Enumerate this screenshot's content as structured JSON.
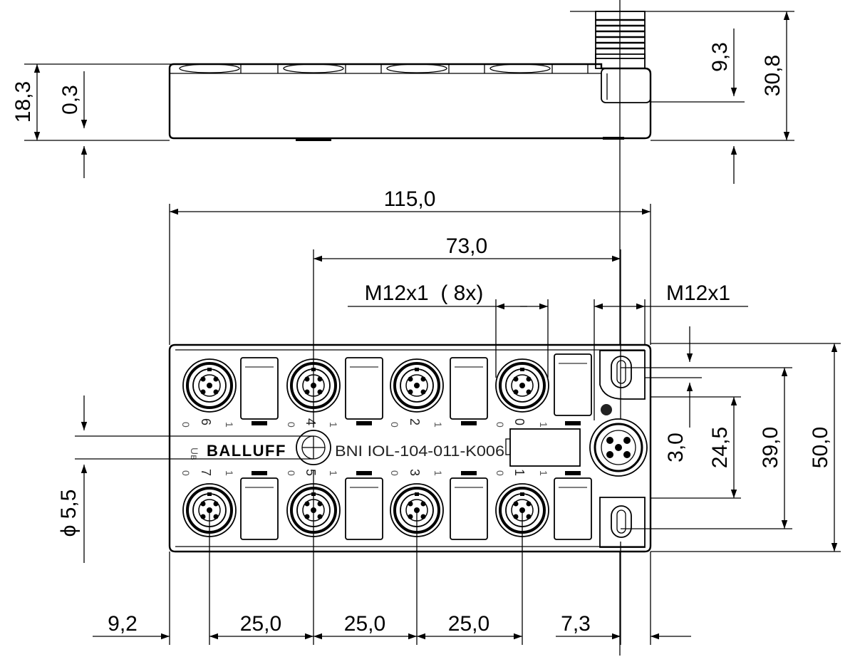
{
  "dimensions": {
    "side_height": "18,3",
    "side_gap": "0,3",
    "connector_offset": "9,3",
    "overall_height_side": "30,8",
    "overall_length": "115,0",
    "connector_span": "73,0",
    "thread_8x": "M12x1  ( 8x)",
    "thread_single": "M12x1",
    "hole_diameter": "ϕ 5,5",
    "slot_width": "3,0",
    "port_pitch_v": "24,5",
    "hole_spacing": "39,0",
    "overall_width": "50,0",
    "left_offset": "9,2",
    "pitch_1": "25,0",
    "pitch_2": "25,0",
    "pitch_3": "25,0",
    "right_offset": "7,3"
  },
  "device": {
    "brand": "BALLUFF",
    "model": "BNI IOL-104-011-K006",
    "top_ports": [
      "6",
      "4",
      "2",
      "0"
    ],
    "bottom_ports": [
      "7",
      "5",
      "3",
      "1"
    ],
    "pin_a": "0",
    "pin_b": "1",
    "us_mark": "Uʙ"
  }
}
